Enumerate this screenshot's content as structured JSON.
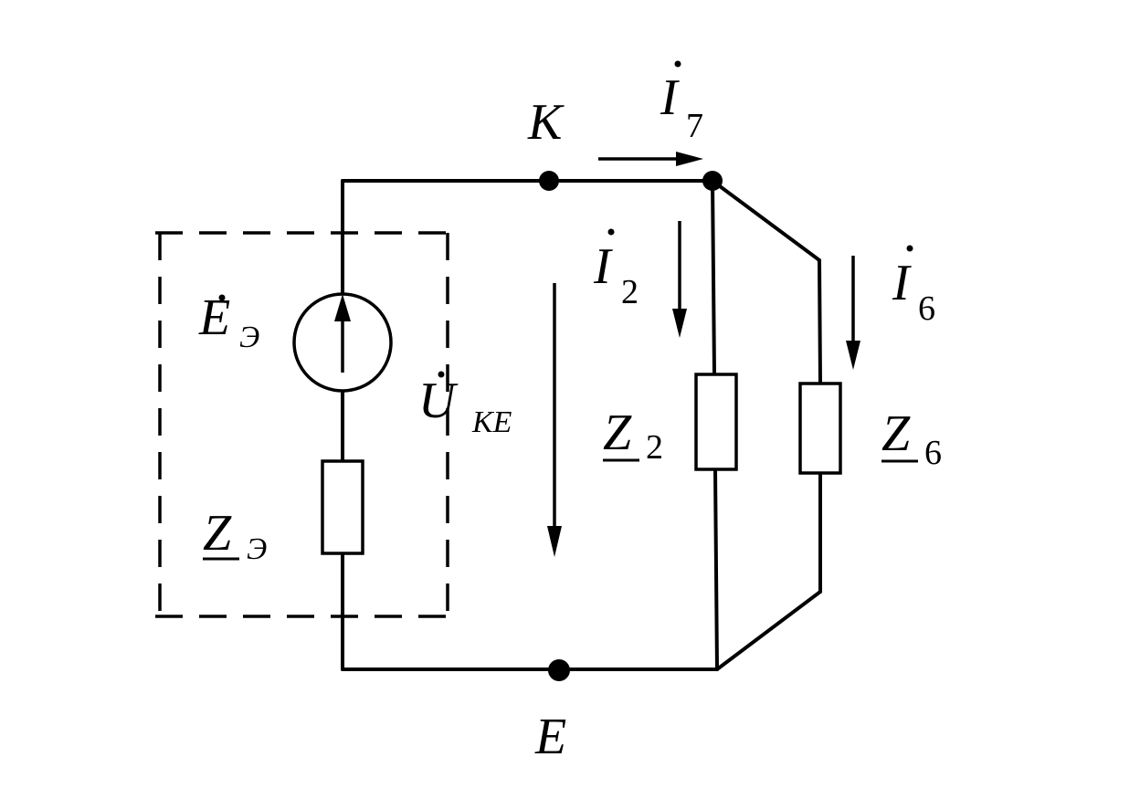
{
  "nodes": {
    "top": "K",
    "bottom": "E"
  },
  "source": {
    "symbol": "E",
    "subscript": "Э"
  },
  "source_impedance": {
    "symbol": "Z",
    "subscript": "Э"
  },
  "voltage": {
    "symbol": "U",
    "subscript": "KE"
  },
  "currents": {
    "i7": {
      "symbol": "I",
      "subscript": "7"
    },
    "i2": {
      "symbol": "I",
      "subscript": "2"
    },
    "i6": {
      "symbol": "I",
      "subscript": "6"
    }
  },
  "impedances": {
    "z2": {
      "symbol": "Z",
      "subscript": "2"
    },
    "z6": {
      "symbol": "Z",
      "subscript": "6"
    }
  }
}
